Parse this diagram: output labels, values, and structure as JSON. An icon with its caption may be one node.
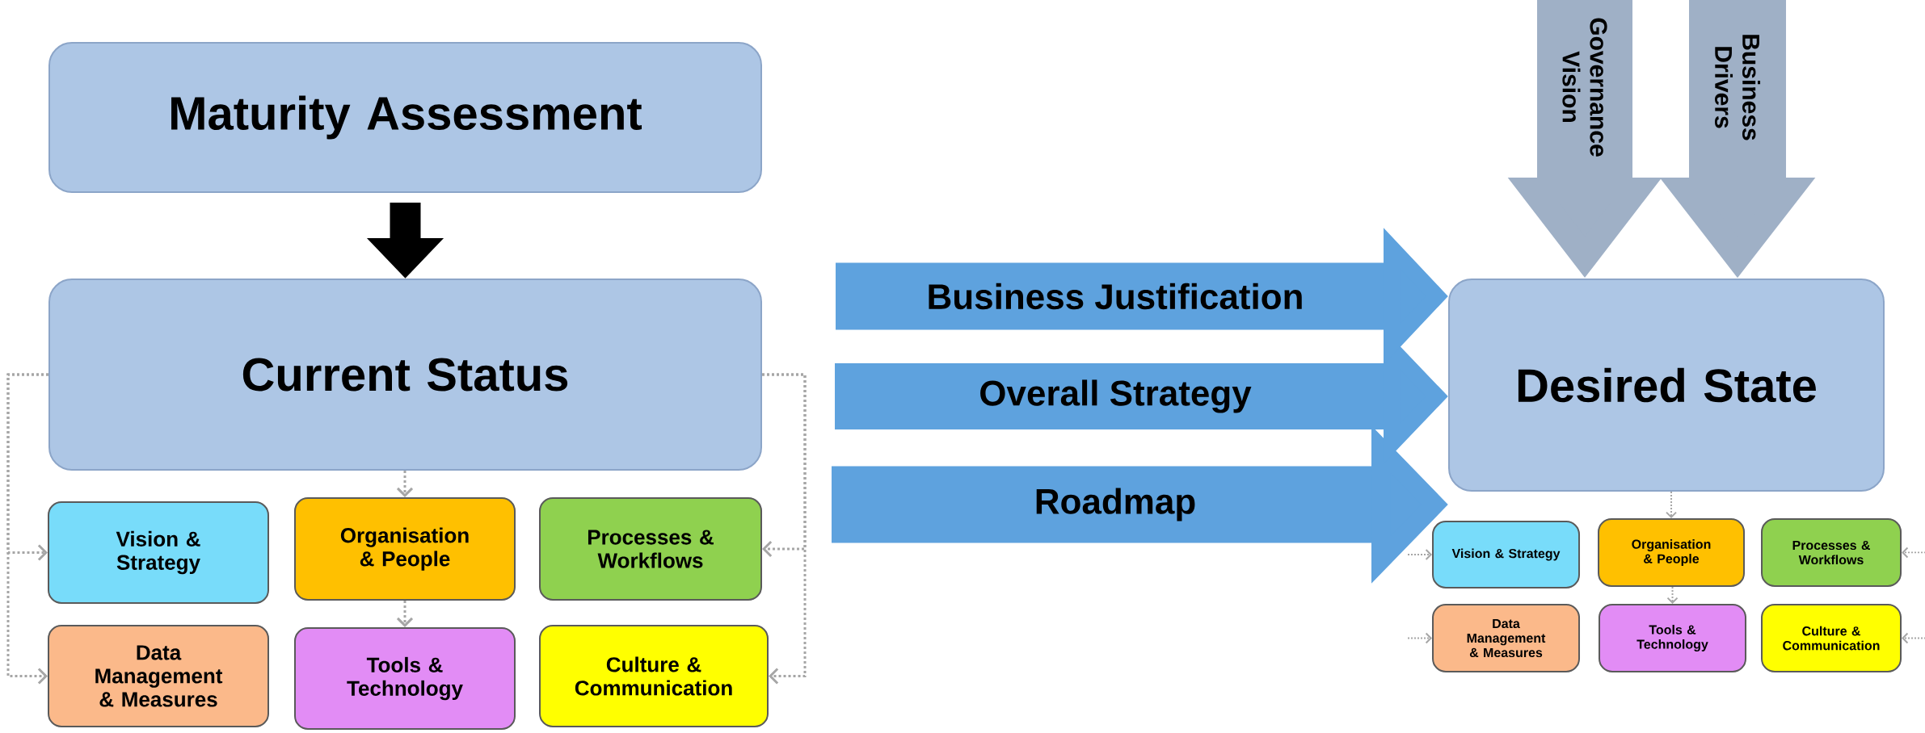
{
  "diagram": {
    "nodes": [
      {
        "text": [
          "Maturity Assessment"
        ]
      },
      {
        "text": [
          "Current Status"
        ]
      },
      {
        "text": [
          "Vision & Strategy"
        ]
      },
      {
        "text": [
          "Organisation & People"
        ]
      },
      {
        "text": [
          "Processes & Workflows"
        ]
      },
      {
        "text": [
          "Data Management & Measures"
        ]
      },
      {
        "text": [
          "Tools & Technology"
        ]
      },
      {
        "text": [
          "Culture & Communication"
        ]
      },
      {
        "text": [
          "Desired State"
        ]
      },
      {
        "text": [
          "Vision & Strategy"
        ]
      },
      {
        "text": [
          "Organisation & People"
        ]
      },
      {
        "text": [
          "Processes & Workflows"
        ]
      },
      {
        "text": [
          "Data Management & Measures"
        ]
      },
      {
        "text": [
          "Tools & Technology"
        ]
      },
      {
        "text": [
          "Culture & Communication"
        ]
      }
    ],
    "edges": [
      {
        "from": 0,
        "to": 1,
        "arrow": "to",
        "style": "thick",
        "color": "#000000"
      },
      {
        "from": 1,
        "to": 3,
        "arrow": "to",
        "style": "dashed"
      },
      {
        "from": 3,
        "to": 6,
        "arrow": "to",
        "style": "dashed"
      },
      {
        "from": 1,
        "to": 2,
        "arrow": "to",
        "style": "dashed"
      },
      {
        "from": 1,
        "to": 5,
        "arrow": "to",
        "style": "dashed"
      },
      {
        "from": 1,
        "to": 4,
        "arrow": "to",
        "style": "dashed"
      },
      {
        "from": 1,
        "to": 7,
        "arrow": "to",
        "style": "dashed"
      },
      {
        "from": 8,
        "to": 10,
        "arrow": "to",
        "style": "dashed"
      },
      {
        "from": 10,
        "to": 13,
        "arrow": "to",
        "style": "dashed"
      },
      {
        "from": null,
        "to": 9,
        "arrow": "to",
        "style": "dashed"
      },
      {
        "from": null,
        "to": 12,
        "arrow": "to",
        "style": "dashed"
      },
      {
        "from": null,
        "to": 11,
        "arrow": "to",
        "style": "dashed"
      },
      {
        "from": null,
        "to": 14,
        "arrow": "to",
        "style": "dashed"
      },
      {
        "from": null,
        "to": 8,
        "arrow": "to",
        "style": "thick",
        "color": "#5ea2de",
        "label": "Business Justification"
      },
      {
        "from": null,
        "to": 8,
        "arrow": "to",
        "style": "thick",
        "color": "#5ea2de",
        "label": "Overall Strategy"
      },
      {
        "from": null,
        "to": 8,
        "arrow": "to",
        "style": "thick",
        "color": "#5ea2de",
        "label": "Roadmap"
      },
      {
        "from": null,
        "to": 8,
        "arrow": "to",
        "style": "thick",
        "color": "#9fb0c6",
        "label": "Governance Vision"
      },
      {
        "from": null,
        "to": 8,
        "arrow": "to",
        "style": "thick",
        "color": "#9fb0c6",
        "label": "Business Drivers"
      }
    ]
  }
}
